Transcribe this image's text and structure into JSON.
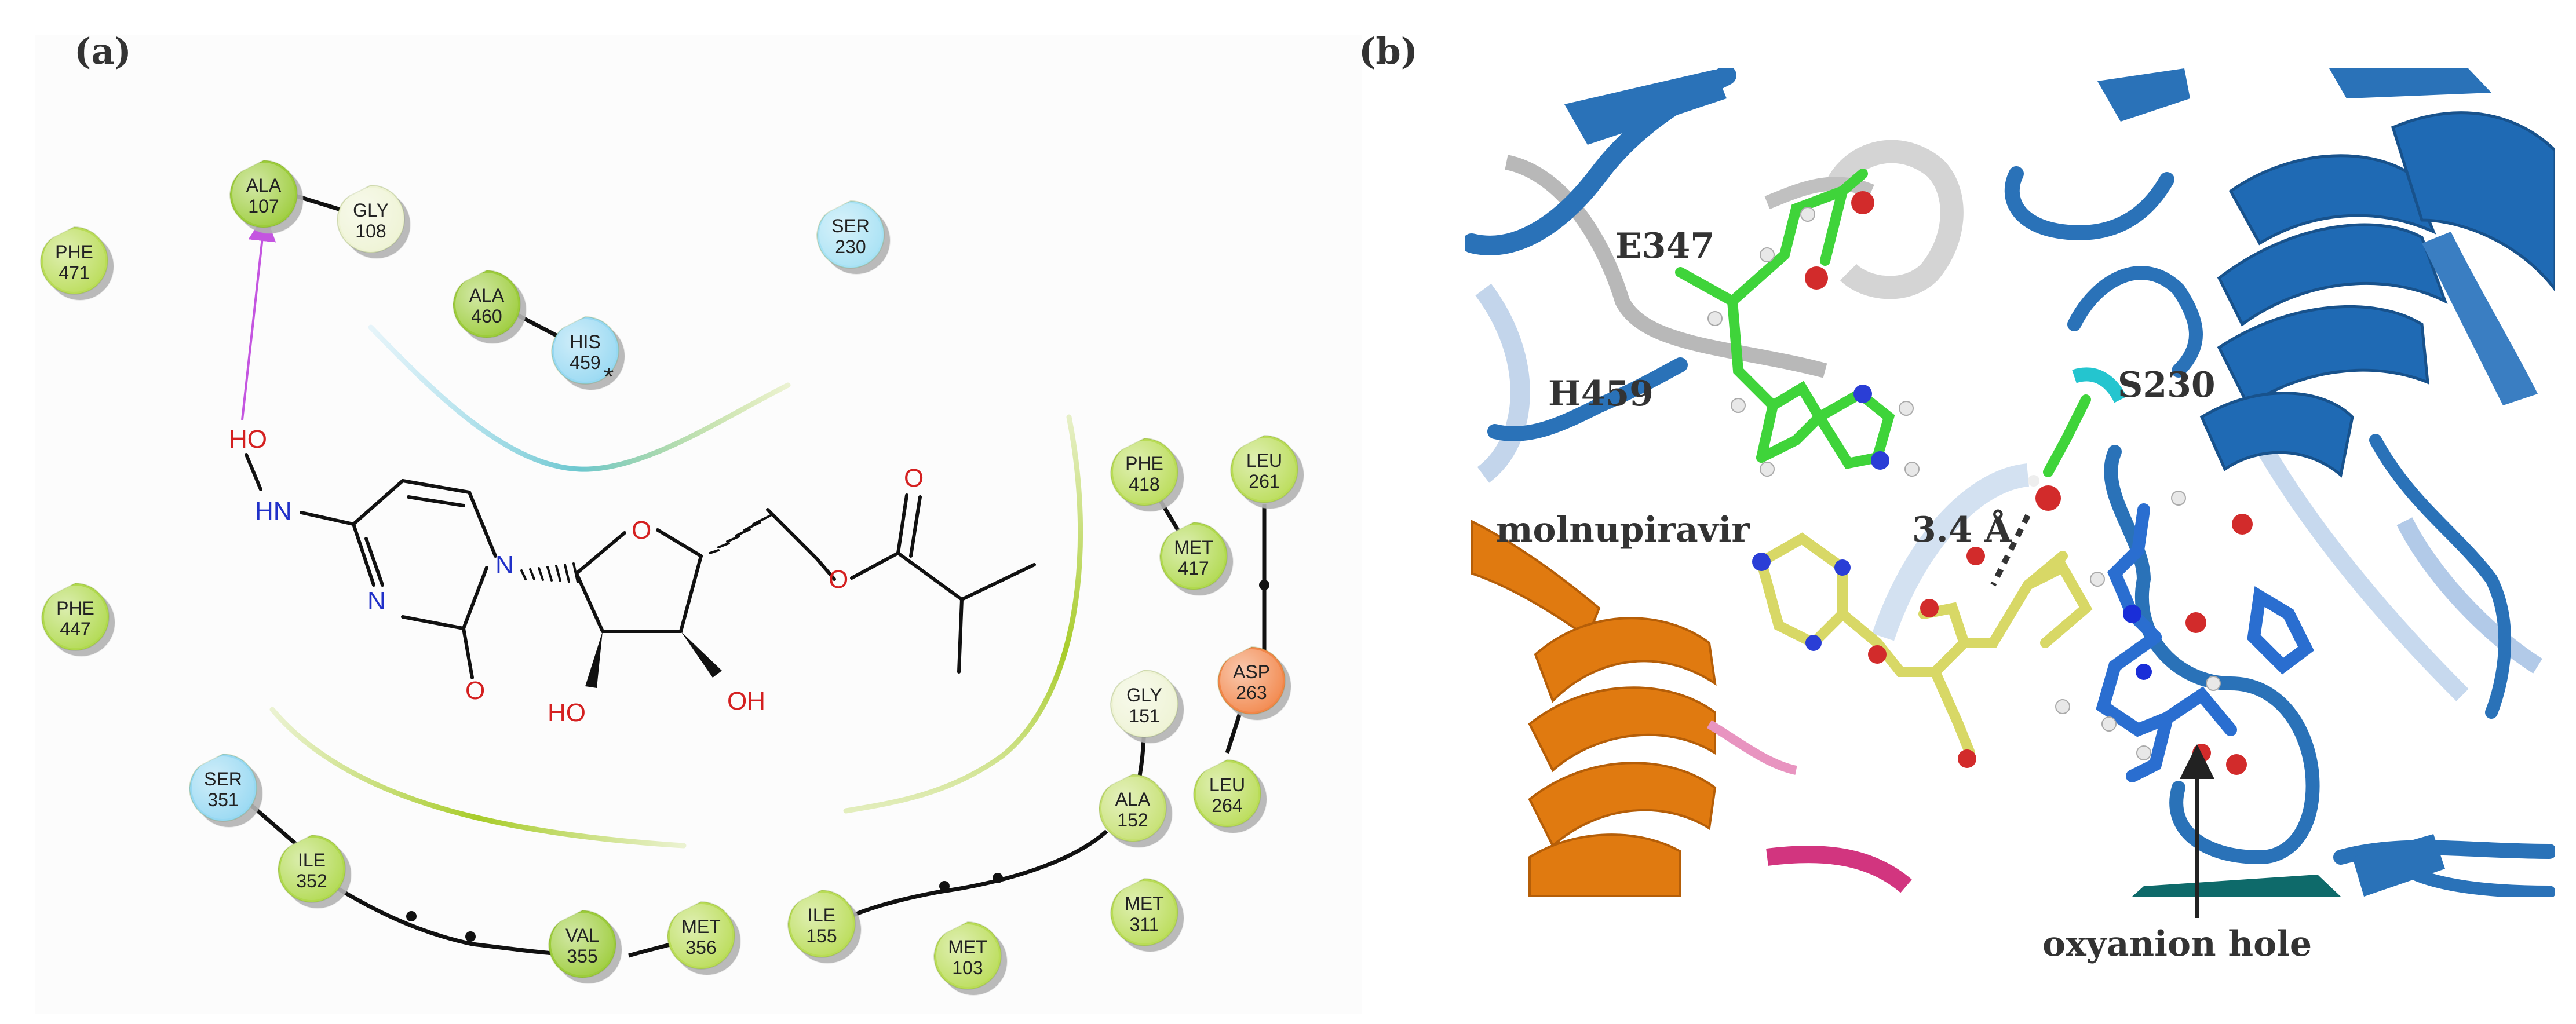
{
  "panel_a": {
    "label": "(a)",
    "residues": [
      {
        "name": "ALA",
        "num": "107",
        "color": "#9ccc3a"
      },
      {
        "name": "GLY",
        "num": "108",
        "color": "#eef3d4"
      },
      {
        "name": "PHE",
        "num": "471",
        "color": "#b9dc56"
      },
      {
        "name": "SER",
        "num": "230",
        "color": "#a6e1f4"
      },
      {
        "name": "ALA",
        "num": "460",
        "color": "#9ccc3a"
      },
      {
        "name": "HIS",
        "num": "459",
        "color": "#96d8f2"
      },
      {
        "name": "PHE",
        "num": "447",
        "color": "#b0d94e"
      },
      {
        "name": "PHE",
        "num": "418",
        "color": "#b9dc56"
      },
      {
        "name": "MET",
        "num": "417",
        "color": "#b0d94e"
      },
      {
        "name": "LEU",
        "num": "261",
        "color": "#b9dc56"
      },
      {
        "name": "ASP",
        "num": "263",
        "color": "#f2864a"
      },
      {
        "name": "GLY",
        "num": "151",
        "color": "#eef3d4"
      },
      {
        "name": "LEU",
        "num": "264",
        "color": "#b9dc56"
      },
      {
        "name": "ALA",
        "num": "152",
        "color": "#c5e070"
      },
      {
        "name": "SER",
        "num": "351",
        "color": "#96d8f2"
      },
      {
        "name": "ILE",
        "num": "352",
        "color": "#b0d94e"
      },
      {
        "name": "VAL",
        "num": "355",
        "color": "#9ccc3a"
      },
      {
        "name": "MET",
        "num": "356",
        "color": "#b9dc56"
      },
      {
        "name": "ILE",
        "num": "155",
        "color": "#b9dc56"
      },
      {
        "name": "MET",
        "num": "103",
        "color": "#b9dc56"
      },
      {
        "name": "MET",
        "num": "311",
        "color": "#b9dc56"
      }
    ],
    "his_mark": "*",
    "atoms": {
      "ho": "HO",
      "hn": "HN",
      "n1": "N",
      "n2": "N",
      "o_ring": "O",
      "o_carbonyl": "O",
      "o_ester": "O",
      "o_acyl": "O",
      "ho2": "HO",
      "oh3": "OH"
    }
  },
  "panel_b": {
    "label": "(b)",
    "labels": {
      "e347": "E347",
      "h459": "H459",
      "s230": "S230",
      "drug": "molnupiravir",
      "distance": "3.4 Å",
      "hole": "oxyanion hole"
    }
  },
  "colors": {
    "hydrophobic": "#9ccc3a",
    "polar": "#96d8f2",
    "negative": "#f2864a",
    "glycine": "#eef3d4",
    "hbond_arrow": "#c455e0",
    "cartoon_blue": "#2a72b8",
    "cartoon_orange": "#e07a10",
    "carbon_green": "#3fd43a",
    "ligand_yellow": "#d8d866"
  }
}
